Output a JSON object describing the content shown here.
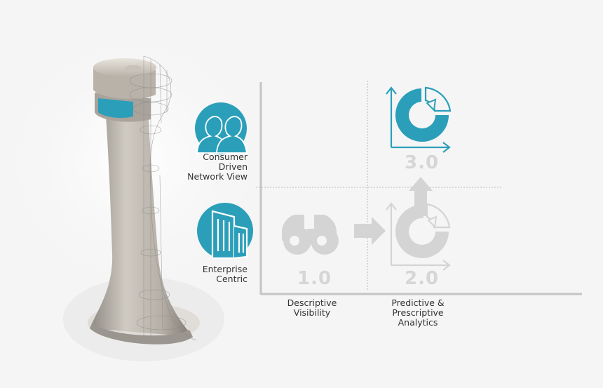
{
  "colors": {
    "accent": "#2b9fba",
    "faded": "#d4d4d4",
    "axis": "#c4c4c4",
    "text": "#333333"
  },
  "rows": [
    {
      "label": "Consumer\nDriven\nNetwork View",
      "icon": "users-icon"
    },
    {
      "label": "Enterprise\nCentric",
      "icon": "building-icon"
    }
  ],
  "columns": [
    {
      "label": "Descriptive\nVisibility"
    },
    {
      "label": "Predictive &\nPrescriptive\nAnalytics"
    }
  ],
  "levels": [
    {
      "value": "1.0",
      "icon": "binoculars-icon"
    },
    {
      "value": "2.0",
      "icon": "donut-chart-icon"
    },
    {
      "value": "3.0",
      "icon": "donut-chart-icon"
    }
  ],
  "illustration": "tower-icon"
}
